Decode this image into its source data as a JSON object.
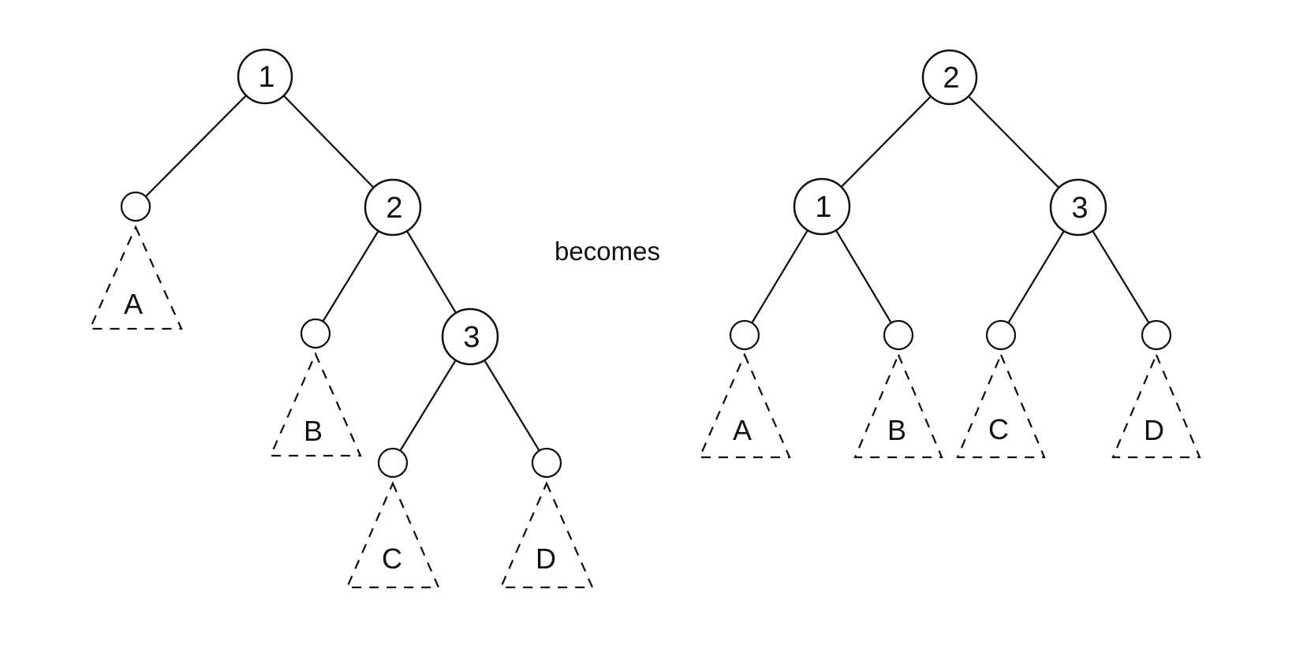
{
  "colors": {
    "background": "#ffffff",
    "stroke": "#111111",
    "text": "#111111"
  },
  "transition": {
    "label": "becomes"
  },
  "left_tree": {
    "structure": {
      "label": "1",
      "left": {
        "subtree": "A"
      },
      "right": {
        "label": "2",
        "left": {
          "subtree": "B"
        },
        "right": {
          "label": "3",
          "left": {
            "subtree": "C"
          },
          "right": {
            "subtree": "D"
          }
        }
      }
    }
  },
  "right_tree": {
    "structure": {
      "label": "2",
      "left": {
        "label": "1",
        "left": {
          "subtree": "A"
        },
        "right": {
          "subtree": "B"
        }
      },
      "right": {
        "label": "3",
        "left": {
          "subtree": "C"
        },
        "right": {
          "subtree": "D"
        }
      }
    }
  }
}
